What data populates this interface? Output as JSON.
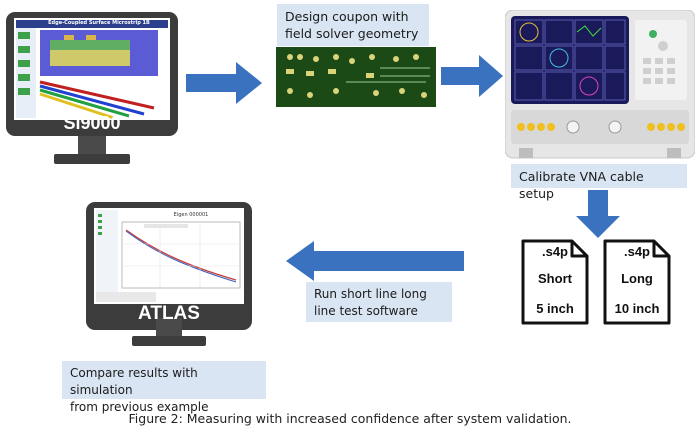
{
  "steps": {
    "design_label": [
      "Design coupon with",
      "field solver geometry"
    ],
    "calibrate_label": "Calibrate VNA cable setup",
    "run_label": [
      "Run short line long",
      "line test software"
    ],
    "compare_label": [
      "Compare results with simulation",
      "from previous example"
    ]
  },
  "monitors": {
    "si9000": {
      "brand": "Si9000",
      "screen_title": "Edge-Coupled Surface Microstrip 1B"
    },
    "atlas": {
      "brand": "ATLAS",
      "screen_title": "Eigen 000001"
    }
  },
  "files": [
    {
      "ext": ".s4p",
      "name": "Short",
      "length": "5 inch"
    },
    {
      "ext": ".s4p",
      "name": "Long",
      "length": "10 inch"
    }
  ],
  "caption": "Figure 2: Measuring with increased confidence after system validation.",
  "colors": {
    "arrow": "#3a72c0",
    "label_bg": "#dae5f3",
    "monitor_body": "#3c3c3c",
    "pcb": "#1c4a17",
    "vna_body": "#e6e6e6"
  }
}
